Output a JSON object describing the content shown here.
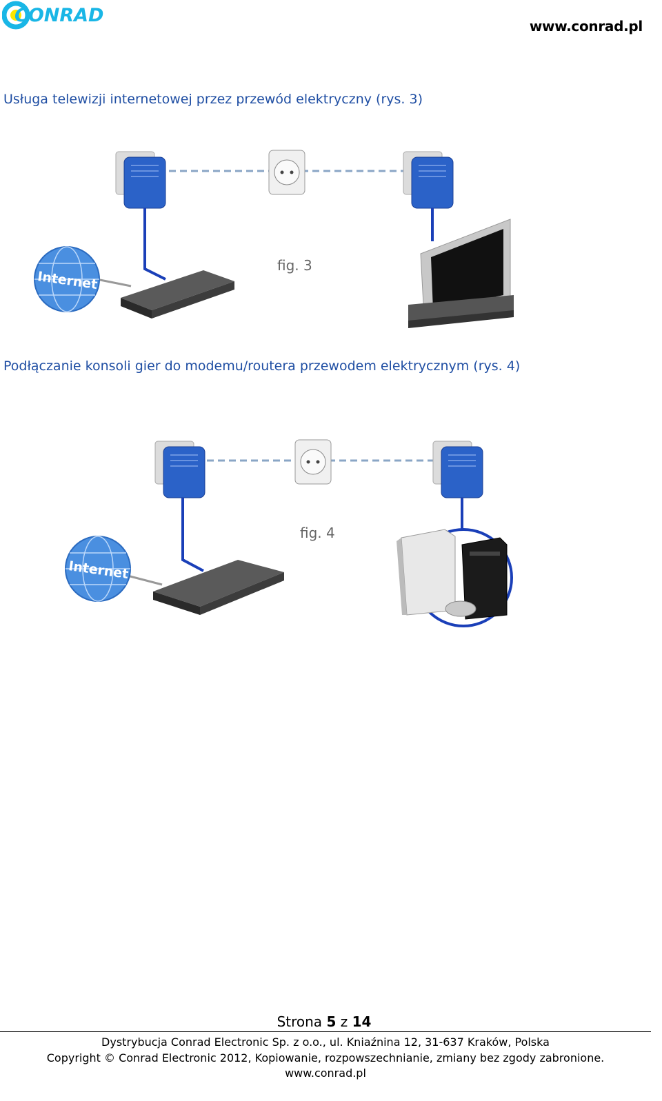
{
  "header": {
    "logo_text": "CONRAD",
    "site_url": "www.conrad.pl"
  },
  "sections": [
    {
      "heading": "Usługa telewizji internetowej przez przewód elektryczny (rys. 3)",
      "figure_label": "fig. 3",
      "globe_label": "Internet"
    },
    {
      "heading": "Podłączanie konsoli gier do modemu/routera przewodem elektrycznym (rys. 4)",
      "figure_label": "fig. 4",
      "globe_label": "Internet"
    }
  ],
  "footer": {
    "page_prefix": "Strona",
    "page_current": "5",
    "page_sep": "z",
    "page_total": "14",
    "line1": "Dystrybucja Conrad Electronic Sp. z o.o., ul. Kniaźnina 12, 31-637 Kraków, Polska",
    "line2": "Copyright © Conrad Electronic 2012, Kopiowanie, rozpowszechnianie, zmiany bez zgody zabronione.",
    "line3": "www.conrad.pl"
  },
  "colors": {
    "heading": "#1f4ea3",
    "logo": "#19b6e6",
    "adapter": "#2b62c8",
    "cable": "#1a3fb8"
  }
}
